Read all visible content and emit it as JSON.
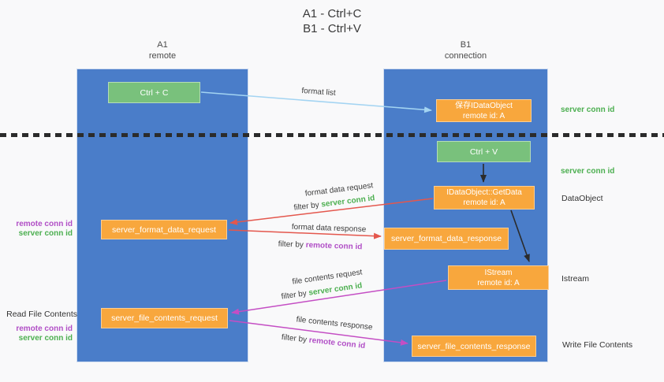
{
  "title": {
    "line1": "A1 - Ctrl+C",
    "line2": "B1 - Ctrl+V"
  },
  "columns": {
    "a1": {
      "name": "A1",
      "subtitle": "remote"
    },
    "b1": {
      "name": "B1",
      "subtitle": "connection"
    }
  },
  "nodes": {
    "ctrl_c": "Ctrl + C",
    "ctrl_v": "Ctrl + V",
    "save_idataobject": {
      "line1": "保存IDataObject",
      "line2": "remote id: A"
    },
    "getdata": {
      "line1": "IDataObject::GetData",
      "line2": "remote id: A"
    },
    "istream": {
      "line1": "IStream",
      "line2": "remote id: A"
    },
    "format_request": "server_format_data_request",
    "format_response": "server_format_data_response",
    "file_request": "server_file_contents_request",
    "file_response": "server_file_contents_response"
  },
  "arrow_labels": {
    "format_list": "format list",
    "format_data_request": "format data request",
    "format_data_response": "format data response",
    "file_contents_request": "file contents request",
    "file_contents_response": "file contents response",
    "filter_by": "filter by ",
    "server_conn_id": "server conn id",
    "remote_conn_id": "remote conn id"
  },
  "side_labels": {
    "server_conn_id": "server conn id",
    "remote_conn_id": "remote conn id",
    "dataobject": "DataObject",
    "istream": "Istream",
    "read_file_contents": "Read File Contents",
    "write_file_contents": "Write File Contents"
  },
  "colors": {
    "lifeline_blue": "#4a7dc9",
    "node_green": "#79c17c",
    "node_orange": "#f8a73d",
    "server_conn_green": "#4caf50",
    "remote_conn_purple": "#b14ec6",
    "arrow_red": "#e4574d",
    "arrow_magenta": "#c44ec4",
    "arrow_lightblue": "#a3d4f2",
    "arrow_black": "#2b2b2b"
  }
}
